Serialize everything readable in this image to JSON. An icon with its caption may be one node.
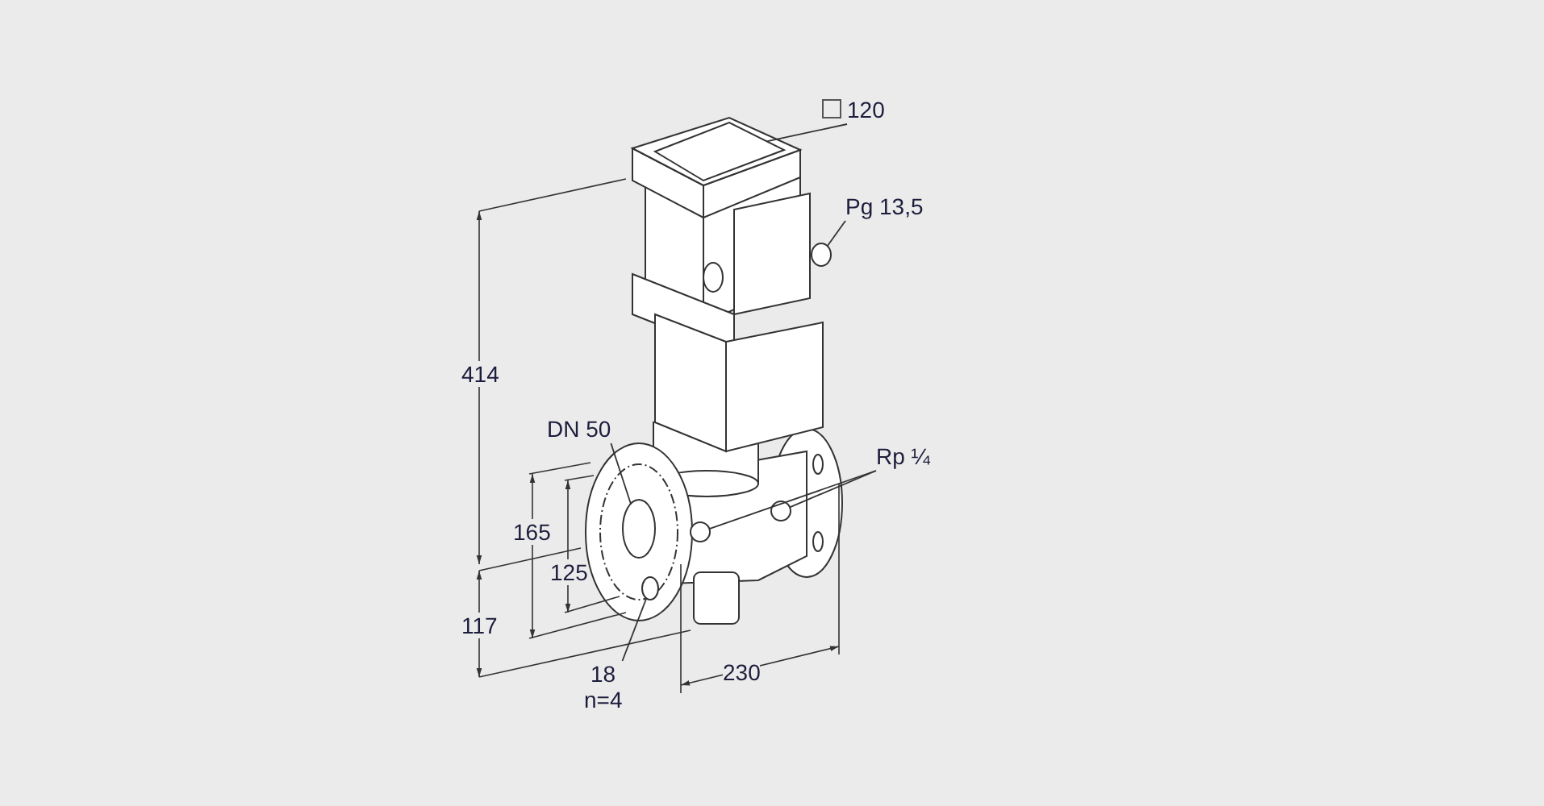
{
  "diagram": {
    "nodes": [
      {
        "text": [
          "120"
        ]
      },
      {
        "text": [],
        "shape": "box"
      },
      {
        "text": [
          "Pg 13,5"
        ]
      },
      {
        "text": [],
        "shape": "circle"
      },
      {
        "text": [
          "DN 50"
        ]
      },
      {
        "text": [],
        "shape": "circle"
      },
      {
        "text": [
          "Rp ¼"
        ]
      },
      {
        "text": [],
        "shape": "circle"
      },
      {
        "text": [],
        "shape": "circle"
      },
      {
        "text": [
          "18",
          "n=4"
        ]
      },
      {
        "text": [],
        "shape": "circle"
      }
    ],
    "edges": [
      {
        "from": 0,
        "to": 1,
        "arrow": "none"
      },
      {
        "from": 2,
        "to": 3,
        "arrow": "none"
      },
      {
        "from": 4,
        "to": 5,
        "arrow": "none"
      },
      {
        "from": 6,
        "to": 7,
        "arrow": "none"
      },
      {
        "from": 6,
        "to": 8,
        "arrow": "none"
      },
      {
        "from": 9,
        "to": 10,
        "arrow": "none"
      }
    ],
    "labels": [
      "414",
      "165",
      "125",
      "117",
      "230"
    ]
  }
}
